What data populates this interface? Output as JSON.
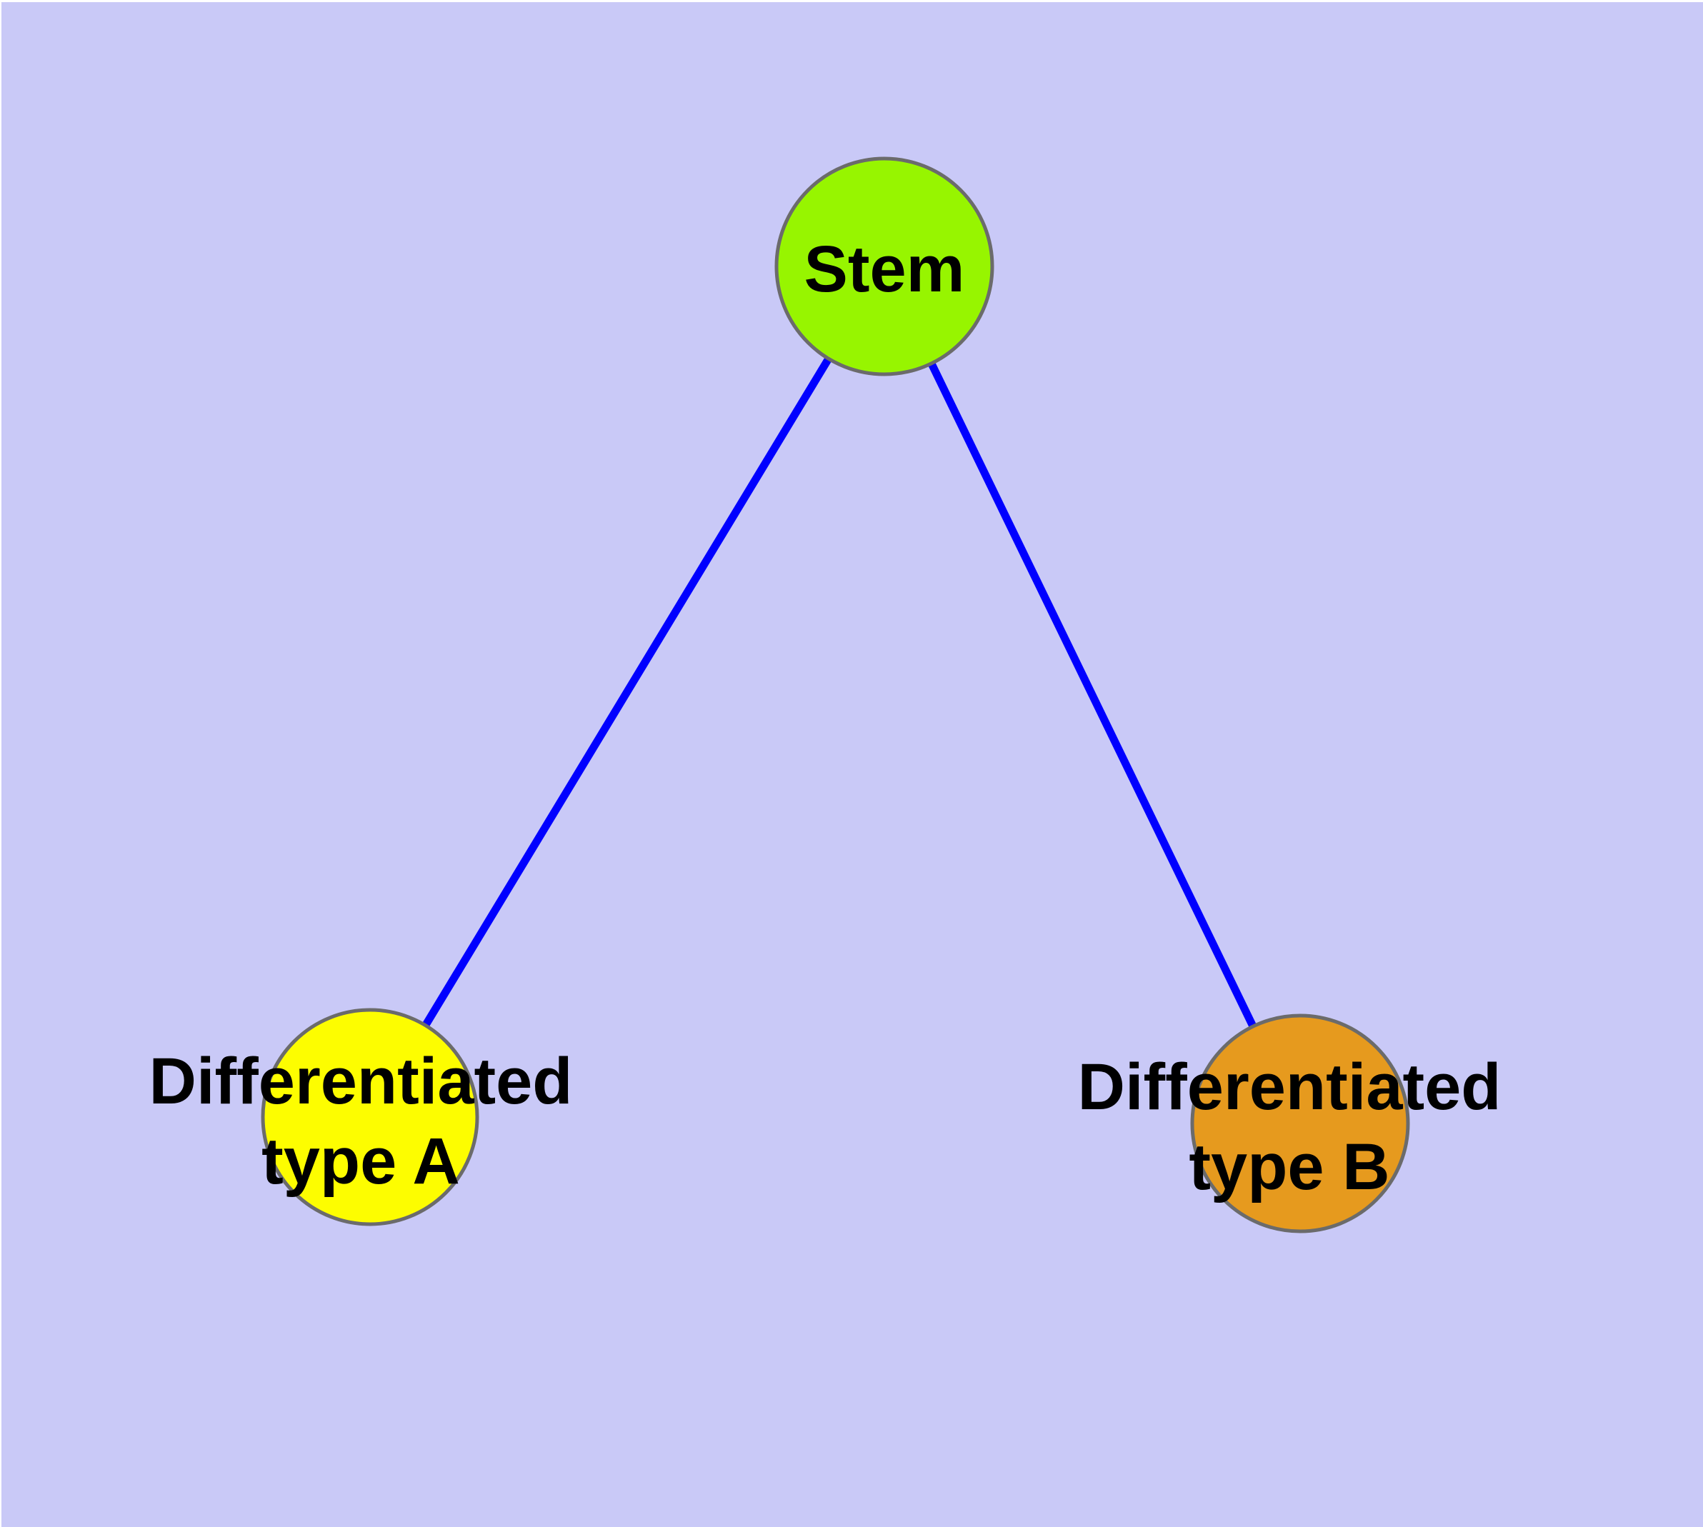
{
  "diagram": {
    "background_color": "#c9c9f7",
    "edge_color": "#0000ff",
    "node_border_color": "#6b6b6b",
    "label_color": "#000000",
    "nodes": {
      "stem": {
        "label": "Stem",
        "fill": "#97f500"
      },
      "type_a": {
        "label_line1": "Differentiated",
        "label_line2": "type A",
        "fill": "#fdfd00"
      },
      "type_b": {
        "label_line1": "Differentiated",
        "label_line2": "type B",
        "fill": "#e69a1e"
      }
    },
    "edges": [
      {
        "from": "Stem",
        "to": "Differentiated type A"
      },
      {
        "from": "Stem",
        "to": "Differentiated type B"
      }
    ]
  }
}
